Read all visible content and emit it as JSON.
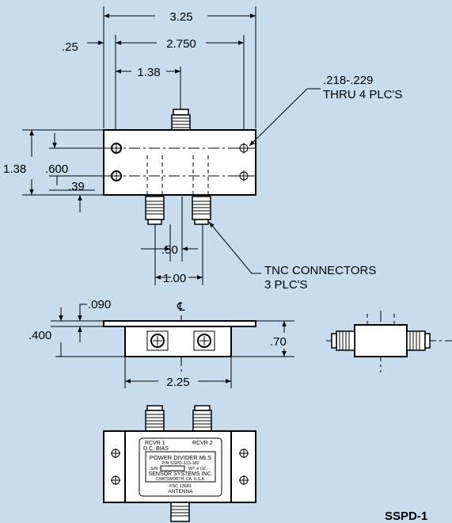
{
  "dims": {
    "overall_length": "3.25",
    "hole_spacing": "2.750",
    "edge_offset": ".25",
    "top_conn_pos": "1.38",
    "height": "1.38",
    "upper_hole_pos": ".600",
    "lower_hole_pos": ".39",
    "conn_offset": ".50",
    "conn_spacing": "1.00",
    "flange_thickness": ".090",
    "flange_height": ".400",
    "body_height": ".70",
    "body_width": "2.25",
    "centerline": "℄"
  },
  "notes": {
    "holes_line1": ".218-.229",
    "holes_line2": "THRU 4 PLC'S",
    "connectors_line1": "TNC CONNECTORS",
    "connectors_line2": "3 PLC'S"
  },
  "label": {
    "rcvr1": "RCVR 1",
    "dc_bias": "D.C. BIAS",
    "rcvr2": "RCVR 2",
    "product": "POWER DIVIDER MLS",
    "part_number": "P/N SSPD-113-182",
    "serial": "S/N",
    "weight": "WT 4 OZ.",
    "company": "SENSOR SYSTEMS INC.",
    "location": "CHATSWORTH, CA.      U.S.A.",
    "fsc": "FSC 13681",
    "antenna": "ANTENNA"
  },
  "footer": {
    "model": "SSPD-1"
  }
}
